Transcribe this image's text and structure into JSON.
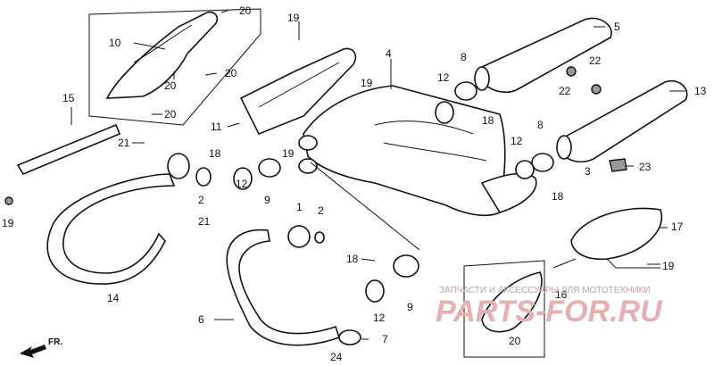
{
  "callouts": {
    "n1": "1",
    "n2a": "2",
    "n2b": "2",
    "n3": "3",
    "n4": "4",
    "n5": "5",
    "n6": "6",
    "n7": "7",
    "n8a": "8",
    "n8b": "8",
    "n9a": "9",
    "n9b": "9",
    "n10": "10",
    "n11": "11",
    "n12a": "12",
    "n12b": "12",
    "n12c": "12",
    "n12d": "12",
    "n13": "13",
    "n14": "14",
    "n15": "15",
    "n16": "16",
    "n17": "17",
    "n18a": "18",
    "n18b": "18",
    "n18c": "18",
    "n18d": "18",
    "n19a": "19",
    "n19b": "19",
    "n19c": "19",
    "n19d": "19",
    "n19e": "19",
    "n20a": "20",
    "n20b": "20",
    "n20c": "20",
    "n20d": "20",
    "n20e": "20",
    "n21a": "21",
    "n21b": "21",
    "n22a": "22",
    "n22b": "22",
    "n23": "23",
    "n24": "24"
  },
  "direction": "FR.",
  "watermark": {
    "line1": "ЗАПЧАСТИ И АКСЕССУАРЫ ДЛЯ МОТОТЕХНИКИ",
    "line2": "PARTS-FOR.RU"
  }
}
